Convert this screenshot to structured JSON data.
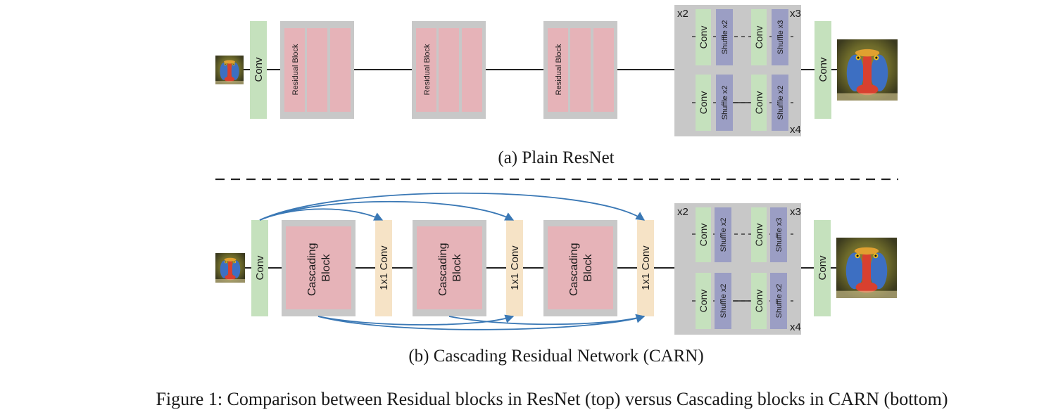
{
  "figure_caption": "Figure 1: Comparison between Residual blocks in ResNet (top) versus Cascading blocks in CARN (bottom)",
  "panel_a": {
    "caption": "(a) Plain ResNet",
    "conv_label": "Conv",
    "residual_block_label": "Residual Block"
  },
  "panel_b": {
    "caption": "(b) Cascading Residual Network (CARN)",
    "conv_label": "Conv",
    "cascading_block_line1": "Cascading",
    "cascading_block_line2": "Block",
    "conv1x1_label": "1x1 Conv"
  },
  "upsampler": {
    "conv_label": "Conv",
    "shuffle_x2": "Shuffle x2",
    "shuffle_x3": "Shuffle x3",
    "scale_x2": "x2",
    "scale_x3": "x3",
    "scale_x4": "x4"
  },
  "colors": {
    "conv_green": "#c5e1bd",
    "block_gray": "#c8c8c8",
    "block_pink": "#e6b3b8",
    "conv1x1_cream": "#f6e3c6",
    "shuffle_purple": "#9b9ec4",
    "arrow_blue": "#3a78b5"
  },
  "icons": [
    "baboon-input-image",
    "baboon-output-image"
  ]
}
